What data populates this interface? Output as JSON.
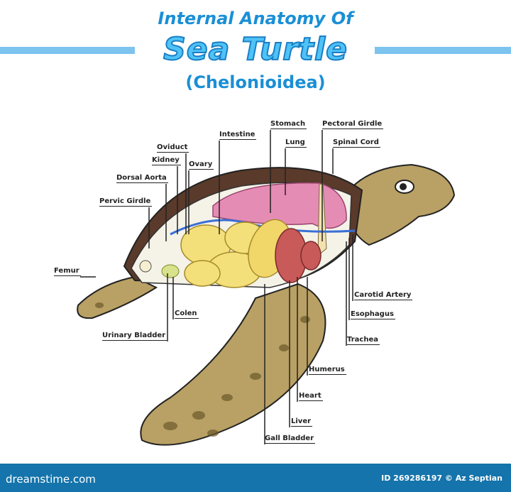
{
  "title": {
    "line1": "Internal Anatomy Of",
    "line2": "Sea Turtle",
    "line3": "(Chelonioidea)"
  },
  "labels": {
    "intestine": "Intestine",
    "stomach": "Stomach",
    "pectoral_girdle": "Pectoral Girdle",
    "lung": "Lung",
    "spinal_cord": "Spinal Cord",
    "oviduct": "Oviduct",
    "kidney": "Kidney",
    "ovary": "Ovary",
    "dorsal_aorta": "Dorsal Aorta",
    "pervic_girdle": "Pervic Girdle",
    "femur": "Femur",
    "colen": "Colen",
    "urinary_bladder": "Urinary Bladder",
    "carotid_artery": "Carotid Artery",
    "esophagus": "Esophagus",
    "trachea": "Trachea",
    "humerus": "Humerus",
    "heart": "Heart",
    "liver": "Liver",
    "gall_bladder": "Gall Bladder"
  },
  "footer": {
    "brand": "dreamstime.com",
    "credit": "ID 269286197 © Az Septian"
  },
  "colors": {
    "title_blue": "#1a8fd6",
    "footer_blue": "#1474ab",
    "shell": "#5a3a2a",
    "skin": "#b9a064",
    "lung": "#e58cb5",
    "intestine": "#f4e07a",
    "liver": "#c85a5a"
  }
}
